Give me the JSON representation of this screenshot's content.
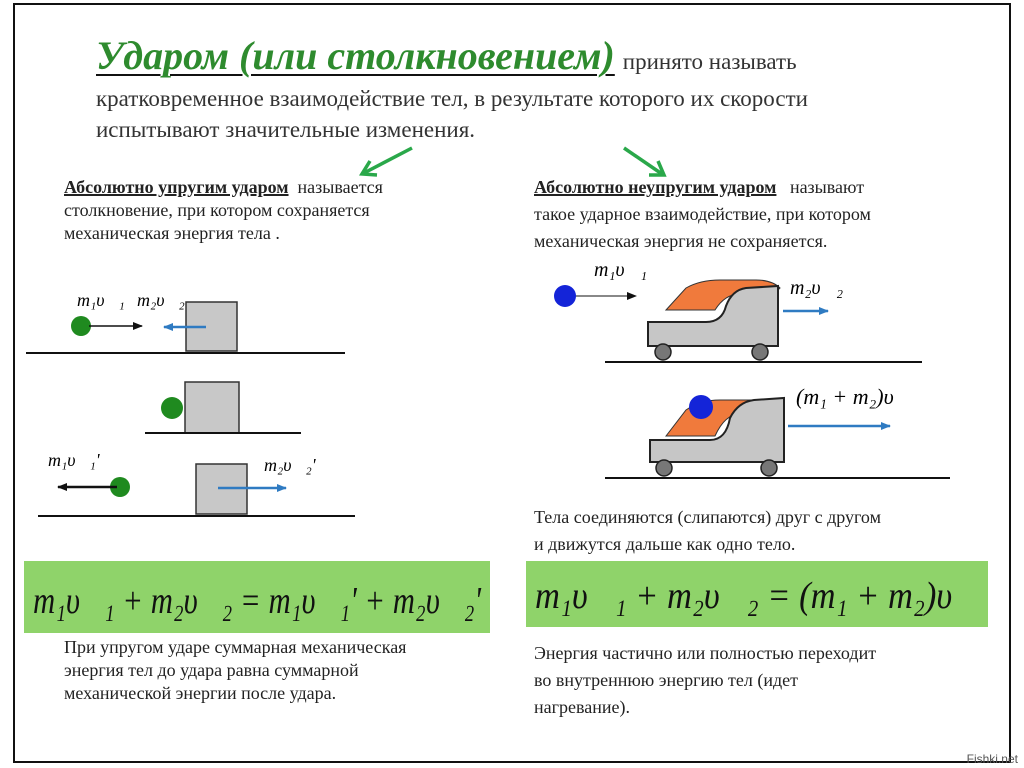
{
  "title": {
    "main": "Ударом (или столкновением)",
    "rest": "принято называть",
    "line2": "кратковременное взаимодействие тел, в результате которого их скорости",
    "line3": "испытывают значительные изменения."
  },
  "elastic": {
    "term": "Абсолютно упругим ударом",
    "line1_rest": "называется",
    "line2": "столкновение, при котором сохраняется",
    "line3": "механическая энергия тела .",
    "label_m1v1": "m₁υ⃗₁",
    "label_m2v2": "m₂υ⃗₂",
    "label_m1v1p": "m₁υ⃗₁'",
    "label_m2v2p": "m₂υ⃗₂'",
    "formula": "m₁υ⃗₁ + m₂υ⃗₂ = m₁υ⃗₁' + m₂υ⃗₂'",
    "note_line1": "При упругом ударе суммарная механическая",
    "note_line2": "энергия тел до удара равна суммарной",
    "note_line3": "механической энергии после удара."
  },
  "inelastic": {
    "term": "Абсолютно неупругим ударом",
    "line1_rest": "называют",
    "line2": "такое ударное взаимодействие, при котором",
    "line3": "механическая энергия не сохраняется.",
    "label_m1v1": "m₁υ⃗₁",
    "label_m2v2": "m₂υ⃗₂",
    "label_combined": "(m₁ + m₂)υ⃗",
    "stick_line1": "Тела соединяются (слипаются) друг с другом",
    "stick_line2": "и движутся дальше как одно тело.",
    "formula": "m₁υ⃗₁ + m₂υ⃗₂ = (m₁ + m₂)υ⃗",
    "note_line1": "Энергия частично или полностью переходит",
    "note_line2": "во внутреннюю энергию тел (идет",
    "note_line3": "нагревание)."
  },
  "watermark": "Fishki.net",
  "colors": {
    "title_green": "#2e8b2e",
    "formula_bg": "#8fd36a",
    "ball_green": "#1f8a1f",
    "ball_blue": "#1424d8",
    "arrow_blue": "#2f7bc2",
    "arrow_green": "#2aa84a",
    "cart_gray": "#c6c6c6",
    "cargo_orange": "#f07a3c"
  }
}
